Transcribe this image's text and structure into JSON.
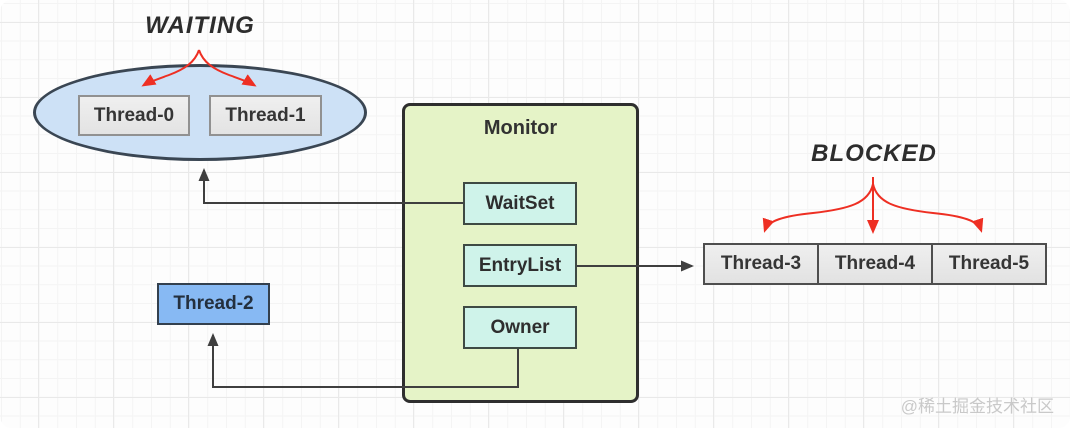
{
  "labels": {
    "waiting": "WAITING",
    "blocked": "BLOCKED"
  },
  "monitor": {
    "title": "Monitor",
    "items": [
      "WaitSet",
      "EntryList",
      "Owner"
    ]
  },
  "waiting_group": {
    "threads": [
      "Thread-0",
      "Thread-1"
    ]
  },
  "owner_thread": {
    "label": "Thread-2"
  },
  "blocked_group": {
    "threads": [
      "Thread-3",
      "Thread-4",
      "Thread-5"
    ]
  },
  "edges": [
    {
      "from": "WAITING label",
      "to": "Thread-0",
      "style": "red-arrow"
    },
    {
      "from": "WAITING label",
      "to": "Thread-1",
      "style": "red-arrow"
    },
    {
      "from": "BLOCKED label",
      "to": "Thread-3",
      "style": "red-arrow"
    },
    {
      "from": "BLOCKED label",
      "to": "Thread-4",
      "style": "red-arrow"
    },
    {
      "from": "BLOCKED label",
      "to": "Thread-5",
      "style": "red-arrow"
    },
    {
      "from": "WaitSet",
      "to": "waiting-ellipse",
      "style": "dark-arrow"
    },
    {
      "from": "EntryList",
      "to": "blocked-thread-row",
      "style": "dark-arrow"
    },
    {
      "from": "Owner",
      "to": "Thread-2",
      "style": "dark-arrow"
    }
  ],
  "watermark": "@稀土掘金技术社区",
  "colors": {
    "red_accent": "#ee2f23",
    "dark_line": "#3f3f3f",
    "ellipse_fill": "#cde1f6",
    "ellipse_border": "#3a4653",
    "monitor_fill": "#e5f3c7",
    "monitor_border": "#2e2e2e",
    "inner_box_fill": "#cff3ea",
    "thread_gray_fill": "#e9e9e9",
    "thread2_fill": "#87b9f3",
    "grid_line": "#f4f4f4"
  }
}
